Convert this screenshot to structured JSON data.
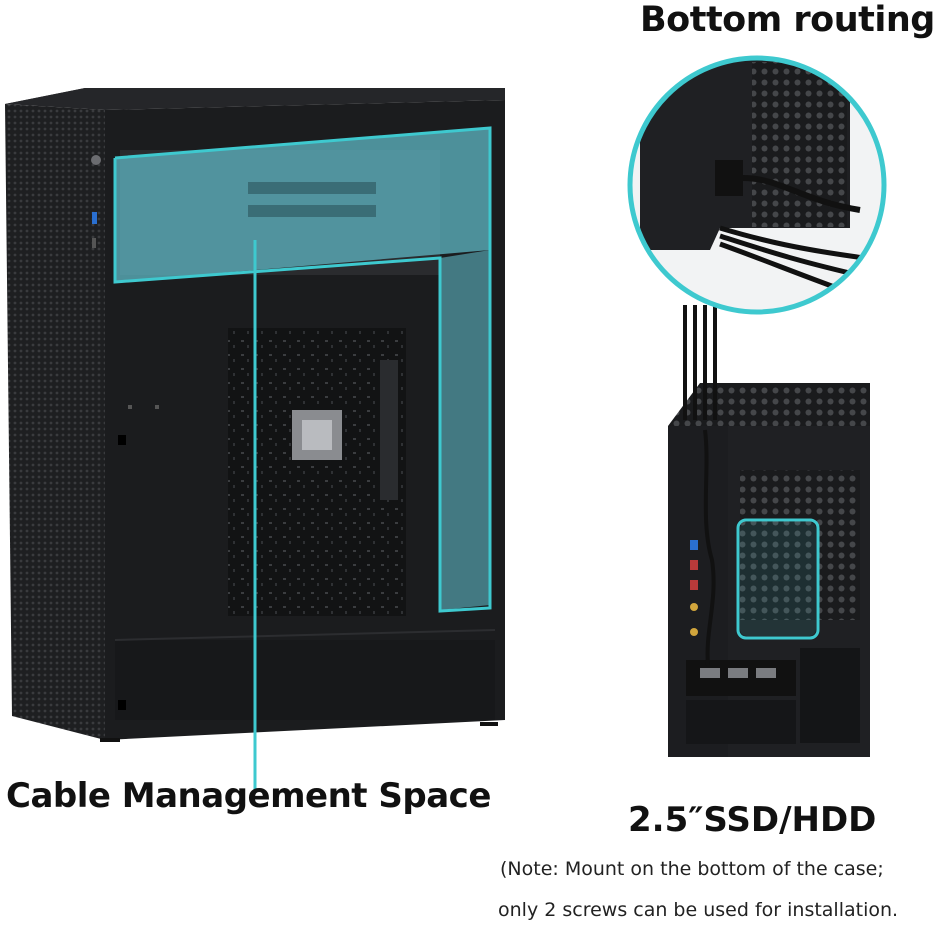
{
  "labels": {
    "bottom_routing": "Bottom routing",
    "cable_management": "Cable Management Space",
    "ssd_hdd": "2.5″SSD/HDD",
    "note_line1": "(Note: Mount on the bottom of the case;",
    "note_line2": "only 2 screws can be used for installation."
  },
  "colors": {
    "accent": "#3ec9cf",
    "case_body": "#1b1c1e",
    "case_dark": "#0e0f10",
    "highlight_fill": "#5fb7c4"
  }
}
